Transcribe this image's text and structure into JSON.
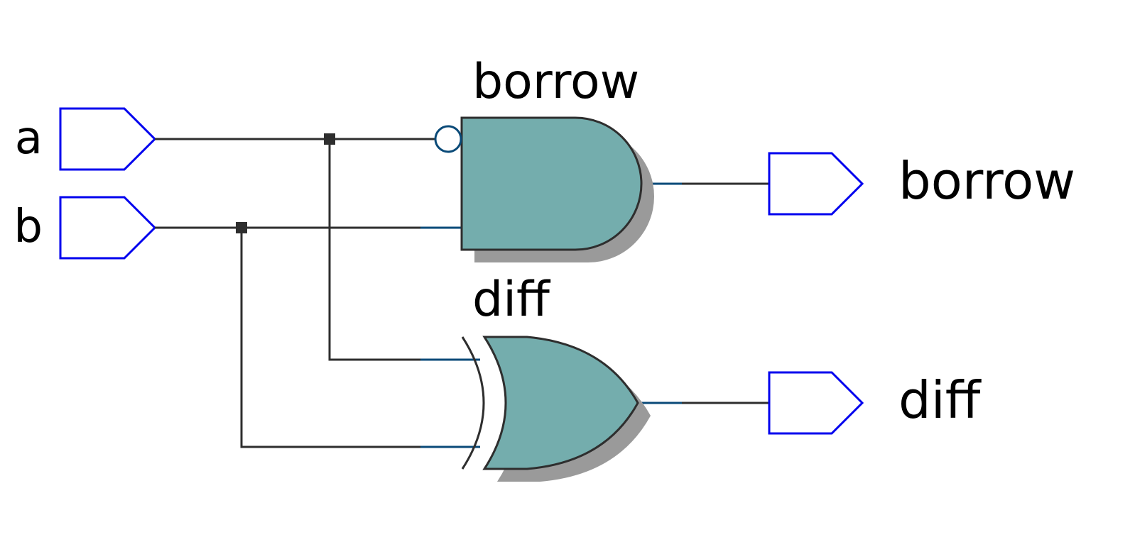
{
  "inputs": [
    {
      "name": "a"
    },
    {
      "name": "b"
    }
  ],
  "outputs": [
    {
      "name": "borrow"
    },
    {
      "name": "diff"
    }
  ],
  "gates": [
    {
      "instance": "borrow",
      "kind": "AND",
      "inverted_input": "a"
    },
    {
      "instance": "diff",
      "kind": "XOR"
    }
  ],
  "colors": {
    "gate_fill": "#74adad",
    "gate_shadow": "#9a9a9a",
    "port_stroke": "#0000ee",
    "wire": "#2e2e2e",
    "pin_stub": "#0a4a78"
  }
}
